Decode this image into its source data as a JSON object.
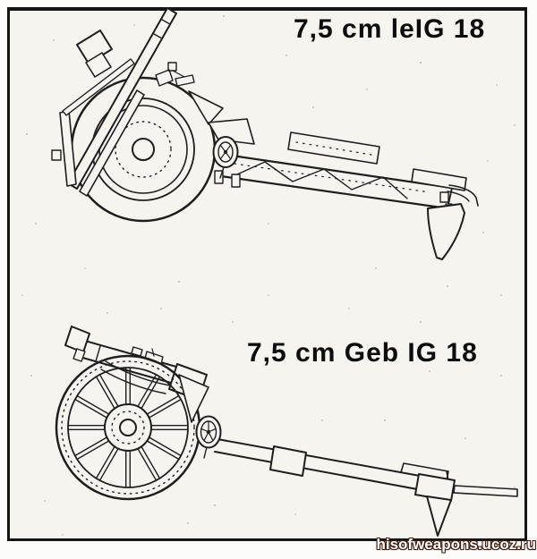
{
  "page": {
    "paper_color": "#f5f4ef",
    "outer_background": "#fcfcfb",
    "ink_color": "#1e1e1e",
    "frame_border_color": "#141414"
  },
  "figures": [
    {
      "id": "leig18",
      "label": "7,5 cm leIG 18"
    },
    {
      "id": "gebig18",
      "label": "7,5 cm Geb IG 18"
    }
  ],
  "watermark": {
    "text": "hisofweapons.ucoz.ru",
    "text_color": "#ffffff",
    "outline_color": "#401d0d"
  }
}
